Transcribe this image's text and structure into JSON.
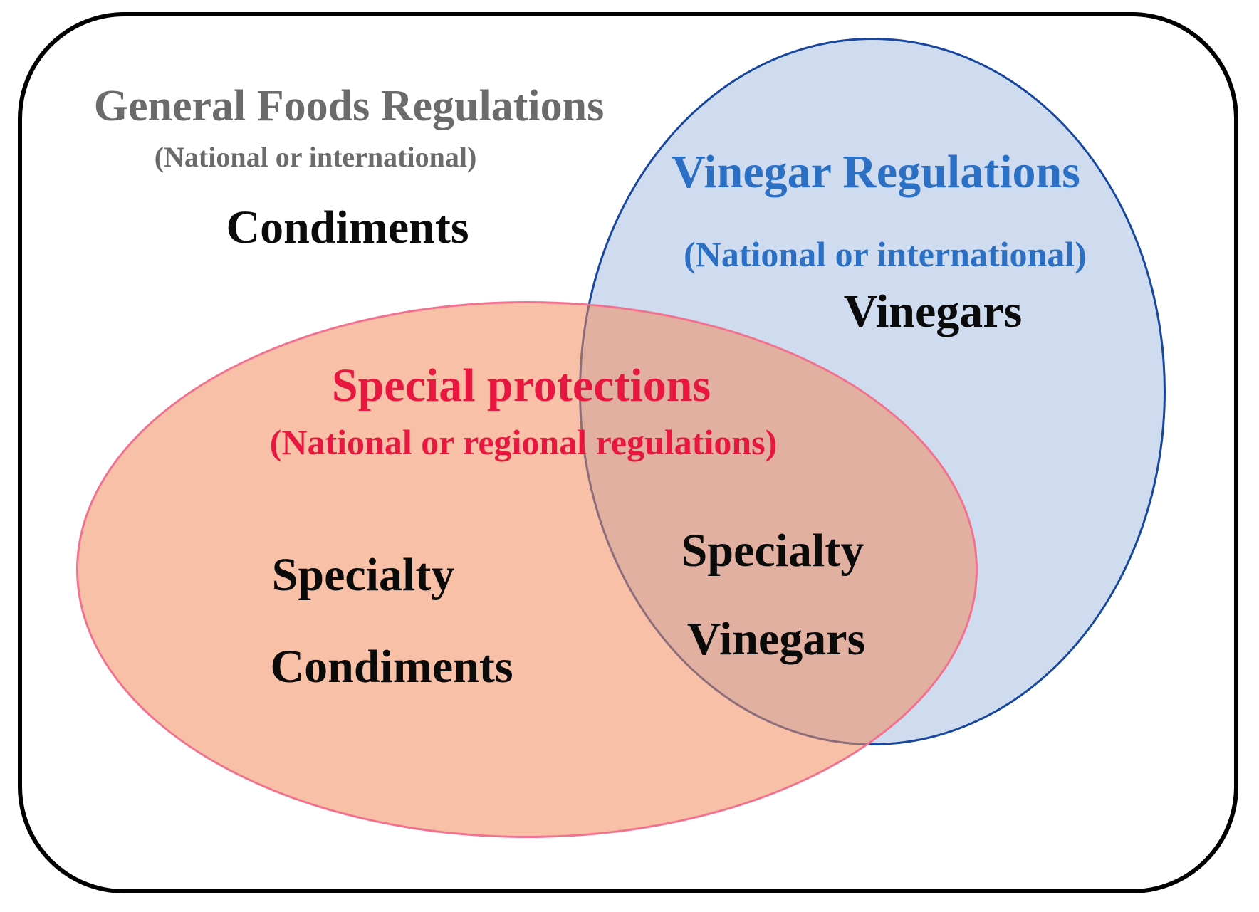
{
  "diagram": {
    "outer_set": {
      "title": "General Foods Regulations",
      "subtitle": "(National or international)",
      "region_label": "Condiments"
    },
    "vinegar_set": {
      "title": "Vinegar Regulations",
      "subtitle": "(National or international)",
      "region_label": "Vinegars"
    },
    "special_set": {
      "title": "Special protections",
      "subtitle": "(National or regional regulations)",
      "region_label_line1": "Specialty",
      "region_label_line2": "Condiments"
    },
    "intersection": {
      "region_label_line1": "Specialty",
      "region_label_line2": "Vinegars"
    }
  },
  "colors": {
    "outer_border": "#000000",
    "outer_title": "#6b6b6d",
    "black_label": "#0b0b0b",
    "vinegar_fill": "#cfdcf0",
    "vinegar_border": "#17479e",
    "vinegar_title": "#2b70c5",
    "special_fill": "#f08c5f8c",
    "special_border": "#f2718f",
    "special_title": "#e8173f",
    "canvas_bg": "#ffffff"
  }
}
